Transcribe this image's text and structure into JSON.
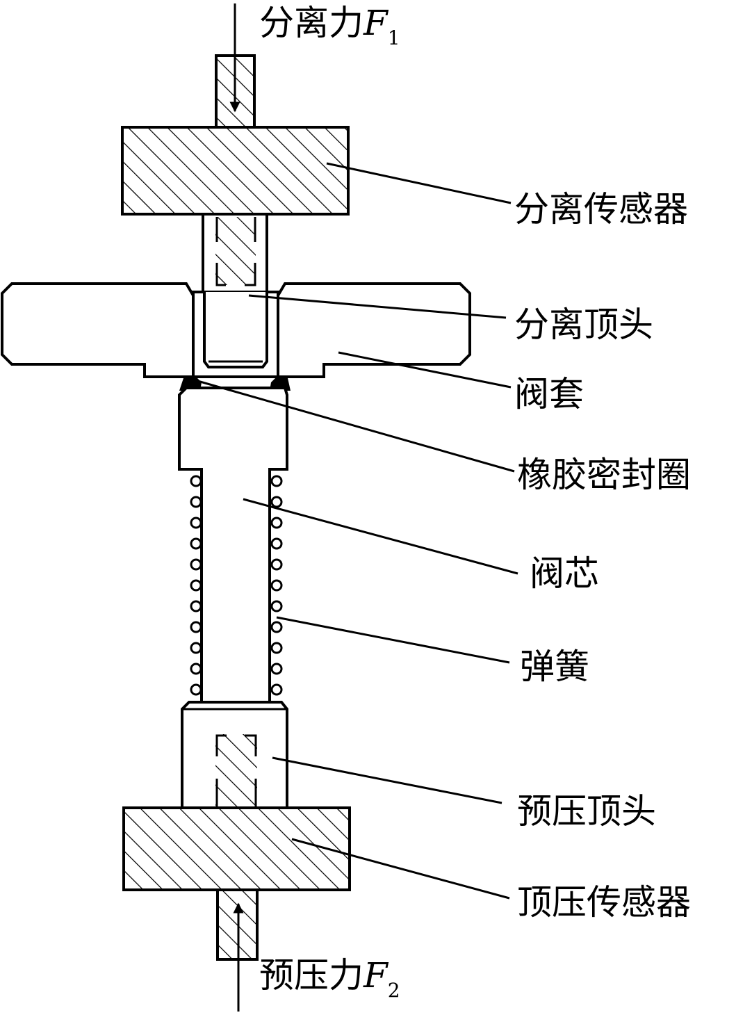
{
  "forces": {
    "separation": {
      "text": "分离力",
      "symbol": "F",
      "subscript": "1"
    },
    "preload": {
      "text": "预压力",
      "symbol": "F",
      "subscript": "2"
    }
  },
  "labels": {
    "separation_sensor": "分离传感器",
    "separation_ejector": "分离顶头",
    "valve_sleeve": "阀套",
    "rubber_seal": "橡胶密封圈",
    "valve_core": "阀芯",
    "spring": "弹簧",
    "preload_ejector": "预压顶头",
    "preload_sensor": "顶压传感器"
  },
  "colors": {
    "line": "#000000",
    "background": "#ffffff"
  }
}
